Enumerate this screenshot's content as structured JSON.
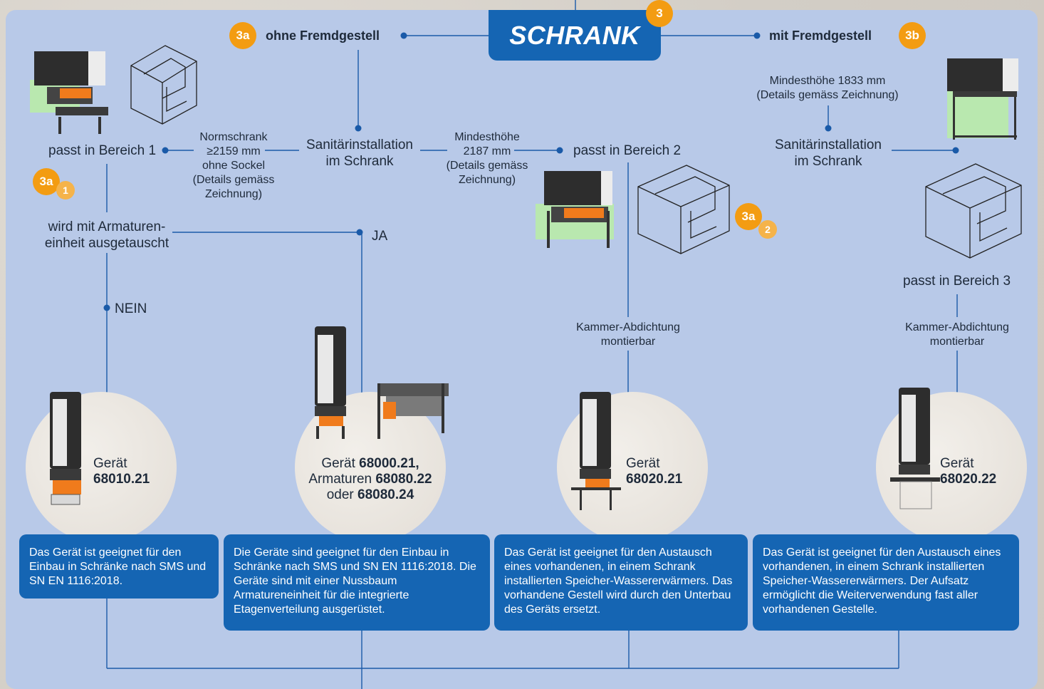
{
  "title": "SCHRANK",
  "badges": {
    "main": "3",
    "left": "3a",
    "right": "3b",
    "a1_main": "3a",
    "a1_sub": "1",
    "a2_main": "3a",
    "a2_sub": "2"
  },
  "left_branch": {
    "label": "ohne Fremdgestell",
    "sanitary": "Sanitärinstallation\nim Schrank",
    "area1": "passt in Bereich 1",
    "norm_note": "Normschrank\n≥2159 mm\nohne Sockel\n(Details gemäss\nZeichnung)",
    "min_height_note": "Mindesthöhe\n2187 mm\n(Details gemäss\nZeichnung)",
    "area2": "passt in Bereich 2",
    "exchange_question": "wird mit Armaturen-\neinheit ausgetauscht",
    "yes": "JA",
    "no": "NEIN",
    "seal_note": "Kammer-Abdichtung\nmontierbar"
  },
  "right_branch": {
    "label": "mit Fremdgestell",
    "min_height_note": "Mindesthöhe 1833 mm\n(Details gemäss Zeichnung)",
    "sanitary": "Sanitärinstallation\nim Schrank",
    "area3": "passt in Bereich 3",
    "seal_note": "Kammer-Abdichtung\nmontierbar"
  },
  "devices": [
    {
      "line1": "Gerät",
      "code": "68010.21"
    },
    {
      "prefix": "Gerät ",
      "code1": "68000.21,",
      "line2_prefix": "Armaturen ",
      "code2": "68080.22",
      "line3_prefix": "oder ",
      "code3": "68080.24"
    },
    {
      "line1": "Gerät",
      "code": "68020.21"
    },
    {
      "line1": "Gerät",
      "code": "68020.22"
    }
  ],
  "descriptions": [
    "Das Gerät ist geeignet für den Einbau in Schränke nach SMS und SN EN 1116:2018.",
    "Die Geräte sind geeignet für den Einbau in Schränke nach SMS und SN EN 1116:2018. Die Geräte sind mit einer Nussbaum Armatureneinheit für die integrierte Etagenverteilung ausgerüstet.",
    "Das Gerät ist geeignet für den Austausch eines vorhandenen, in einem Schrank installierten Speicher-Wassererwärmers. Das vorhandene Gestell wird durch den Unterbau des Geräts ersetzt.",
    "Das Gerät ist geeignet für den Austausch eines vorhandenen, in einem Schrank installierten Speicher-Wassererwärmers. Der Aufsatz ermöglicht die Weiterverwendung fast aller vorhandenen Gestelle."
  ],
  "colors": {
    "panel": "#b8c9e8",
    "brand_blue": "#1565b3",
    "accent_orange": "#f39c12",
    "line": "#1a5aa8"
  }
}
